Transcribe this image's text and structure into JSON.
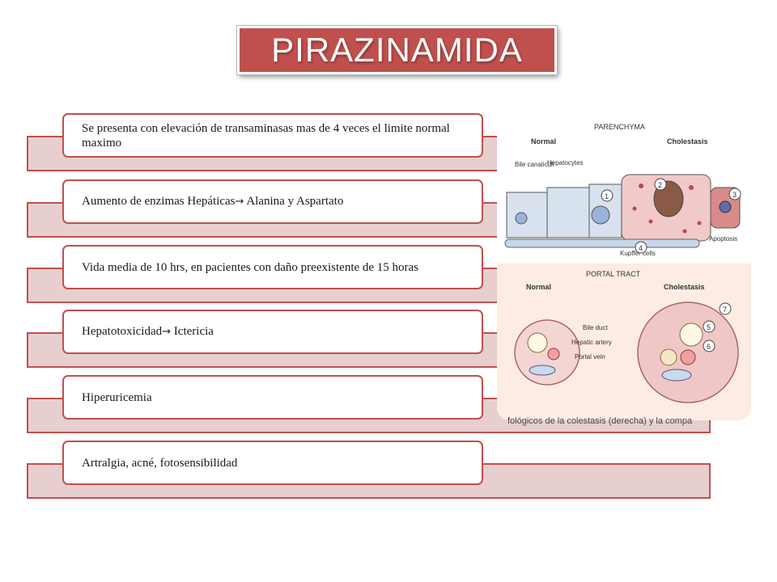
{
  "title": "PIRAZINAMIDA",
  "items": [
    {
      "text": "Se presenta con elevación de transaminasas mas de 4 veces el limite normal maximo"
    },
    {
      "text_a": "Aumento de enzimas Hepáticas",
      "arrow": "→",
      "text_b": " Alanina y Aspartato"
    },
    {
      "text": "Vida media de 10 hrs, en pacientes con daño preexistente de 15 horas"
    },
    {
      "text_a": "Hepatotoxicidad",
      "arrow": "→",
      "text_b": " Ictericia"
    },
    {
      "text": "Hiperuricemia"
    },
    {
      "text": "Artralgia, acné, fotosensibilidad"
    }
  ],
  "figure": {
    "parenchyma": "PARENCHYMA",
    "normal_top": "Normal",
    "cholestasis_top": "Cholestasis",
    "bile_canaliculi": "Bile canaliculi",
    "hepatocytes": "Hepatocytes",
    "apoptosis": "Apoptosis",
    "kupffer": "Kupffer cells",
    "portal_tract": "PORTAL TRACT",
    "normal_bot": "Normal",
    "cholestasis_bot": "Cholestasis",
    "bile_duct": "Bile duct",
    "hepatic_artery": "Hepatic artery",
    "portal_vein": "Portal vein",
    "n1": "1",
    "n2": "2",
    "n3": "3",
    "n4": "4",
    "n5": "5",
    "n6": "6",
    "n7": "7"
  },
  "caption": "fológicos de la colestasis (derecha) y la compa"
}
